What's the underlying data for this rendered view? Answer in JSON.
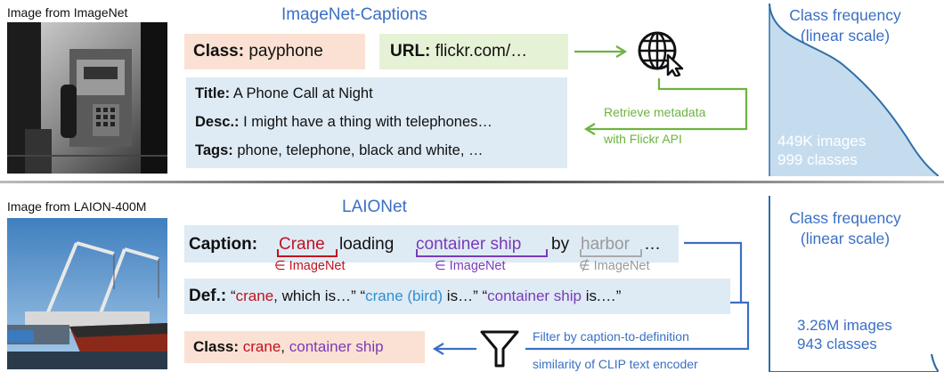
{
  "top": {
    "image_caption": "Image from ImageNet",
    "title": "ImageNet-Captions",
    "class_label": "Class:",
    "class_value": "payphone",
    "url_label": "URL:",
    "url_value": "flickr.com/…",
    "title_label": "Title:",
    "title_value": "A Phone Call at Night",
    "desc_label": "Desc.:",
    "desc_value": "I might have a thing with telephones…",
    "tags_label": "Tags:",
    "tags_value": "phone, telephone, black and white, …",
    "retrieve_line1": "Retrieve metadata",
    "retrieve_line2": "with Flickr API",
    "freq_title_line1": "Class frequency",
    "freq_title_line2": "(linear scale)",
    "stat_images": "449K images",
    "stat_classes": "999 classes"
  },
  "bottom": {
    "image_caption": "Image from LAION-400M",
    "title": "LAIONet",
    "caption_label": "Caption:",
    "word_crane": "Crane",
    "word_loading": "loading",
    "word_container": "container ship",
    "word_by": "by",
    "word_harbor": "harbor",
    "word_ellipsis": "…",
    "in_imagenet_1": "∈ ImageNet",
    "in_imagenet_2": "∈ ImageNet",
    "notin_imagenet": "∉ ImageNet",
    "def_label": "Def.:",
    "def_q1_open": "“",
    "def_q1_word": "crane",
    "def_q1_rest": ", which is…” ",
    "def_q2_open": "“",
    "def_q2_word": "crane (bird)",
    "def_q2_rest": " is…” ",
    "def_q3_open": "“",
    "def_q3_word": "container ship",
    "def_q3_rest": " is.…”",
    "class_label": "Class:",
    "class_crane": "crane",
    "class_sep": ", ",
    "class_ship": "container ship",
    "filter_line1": "Filter by caption-to-definition",
    "filter_line2": "similarity of CLIP text encoder",
    "freq_title_line1": "Class frequency",
    "freq_title_line2": "(linear scale)",
    "stat_images": "3.26M images",
    "stat_classes": "943 classes"
  },
  "colors": {
    "accent_blue": "#3a6fc4",
    "green": "#6db33f",
    "red": "#c1121f",
    "purple": "#7a3bb8",
    "gray": "#999999",
    "cyan_blue": "#2f8fcf",
    "orange_box": "#fbe1d3",
    "green_box": "#e6f2d6",
    "blue_box": "#deebf5"
  },
  "icons": {
    "globe": "globe-cursor-icon",
    "filter": "funnel-filter-icon"
  }
}
